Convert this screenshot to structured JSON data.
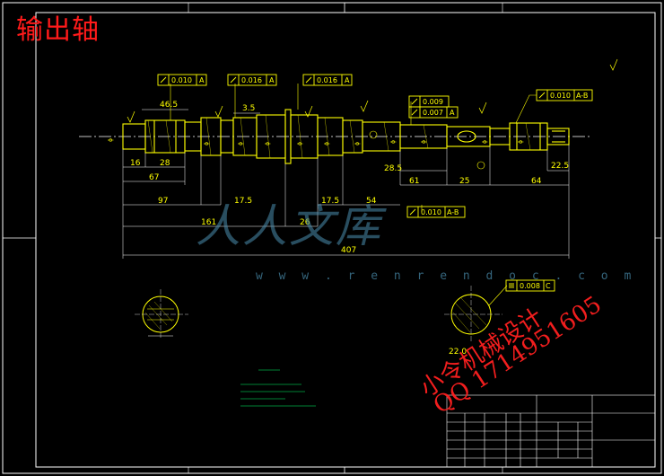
{
  "drawing": {
    "title": "输出轴",
    "fcf": {
      "f1": {
        "value": "0.010",
        "datum": "A"
      },
      "f2": {
        "value": "0.016",
        "datum": "A"
      },
      "f3": {
        "value": "0.016",
        "datum": "A"
      },
      "f4": {
        "value": "0.009"
      },
      "f5": {
        "value": "0.007",
        "datum": "A"
      },
      "f6": {
        "value": "0.010",
        "datum": "A-B"
      },
      "f7": {
        "value": "0.010",
        "datum": "A-B"
      },
      "f8": {
        "value": "0.008",
        "datum": "C"
      }
    },
    "dims": {
      "d46_5": "46.5",
      "d16": "16",
      "d28": "28",
      "d67": "67",
      "d97": "97",
      "d17_5a": "17.5",
      "d17_5b": "17.5",
      "d161": "161",
      "d26": "26",
      "d54": "54",
      "d28_5": "28.5",
      "d61": "61",
      "d25": "25",
      "d64": "64",
      "d22_5": "22.5",
      "d407": "407",
      "d3_5": "3.5"
    },
    "sections": {
      "right_dim": "22.0"
    }
  },
  "watermarks": {
    "site_cn": "人人文库",
    "site_url": "w w w . r e n r e n d o c . c o m",
    "red_line1": "小令机械设计",
    "red_line2": "QQ 1714951605"
  },
  "colors": {
    "border": "#ffffff",
    "geometry": "#ffff00",
    "dimension": "#ffffff",
    "watermark_red": "#ff2020"
  }
}
